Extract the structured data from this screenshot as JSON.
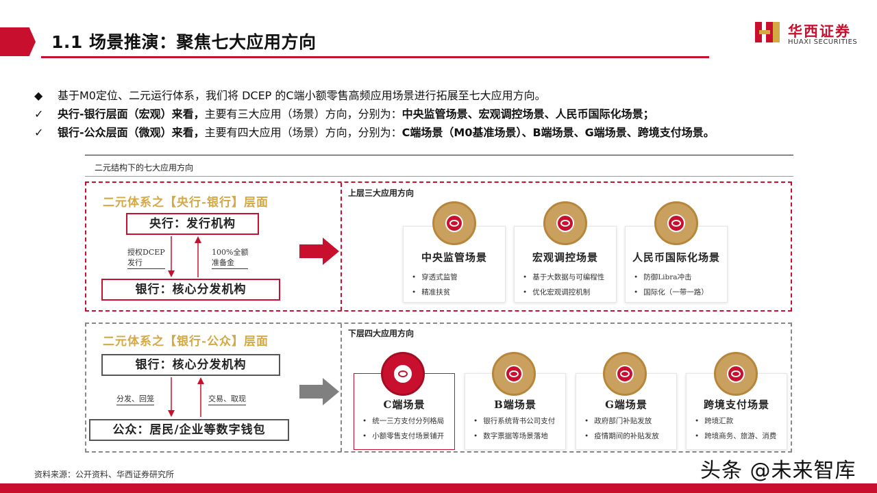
{
  "header": {
    "title": "1.1 场景推演：聚焦七大应用方向",
    "logo_cn": "华西证券",
    "logo_en": "HUAXI SECURITIES",
    "brand_color": "#c8102e"
  },
  "bullets": [
    {
      "symbol": "◆",
      "text": "基于M0定位、二元运行体系，我们将 DCEP 的C端小额零售高频应用场景进行拓展至七大应用方向。"
    },
    {
      "symbol": "✓",
      "bold_lead": "央行-银行层面（宏观）来看，",
      "text": "主要有三大应用（场景）方向，分别为：",
      "bold_tail": "中央监管场景、宏观调控场景、人民币国际化场景；"
    },
    {
      "symbol": "✓",
      "bold_lead": "银行-公众层面（微观）来看，",
      "text": "主要有四大应用（场景）方向，分别为：",
      "bold_tail": "C端场景（M0基准场景）、B端场景、G端场景、跨境支付场景。"
    }
  ],
  "figure": {
    "caption": "二元结构下的七大应用方向",
    "upper": {
      "layer_title": "二元体系之【央行-银行】层面",
      "top_box": "央行：发行机构",
      "bottom_box": "银行：核心分发机构",
      "left_flow": "授权DCEP\n发行",
      "right_flow": "100%全额\n准备金",
      "section_label": "上层三大应用方向",
      "cards": [
        {
          "title": "中央监管场景",
          "items": [
            "穿透式监管",
            "精准扶贫"
          ]
        },
        {
          "title": "宏观调控场景",
          "items": [
            "基于大数据与可编程性",
            "优化宏观调控机制"
          ]
        },
        {
          "title": "人民币国际化场景",
          "items": [
            "防御Libra冲击",
            "国际化（一带一路）"
          ]
        }
      ]
    },
    "lower": {
      "layer_title": "二元体系之【银行-公众】层面",
      "top_box": "银行：核心分发机构",
      "bottom_box": "公众：居民/企业等数字钱包",
      "left_flow": "分发、回笼",
      "right_flow": "交易、取现",
      "section_label": "下层四大应用方向",
      "cards": [
        {
          "title": "C端场景",
          "items": [
            "统一三方支付分列格局",
            "小额零售支付场景铺开"
          ],
          "highlight": true
        },
        {
          "title": "B端场景",
          "items": [
            "银行系统背书公司支付",
            "数字票据等场景落地"
          ]
        },
        {
          "title": "G端场景",
          "items": [
            "政府部门补贴发放",
            "疫情期间的补贴发放"
          ]
        },
        {
          "title": "跨境支付场景",
          "items": [
            "跨境汇款",
            "跨境商务、旅游、消费"
          ]
        }
      ]
    }
  },
  "source": "资料来源：公开资料、华西证券研究所",
  "watermark": "头条 @未来智库"
}
